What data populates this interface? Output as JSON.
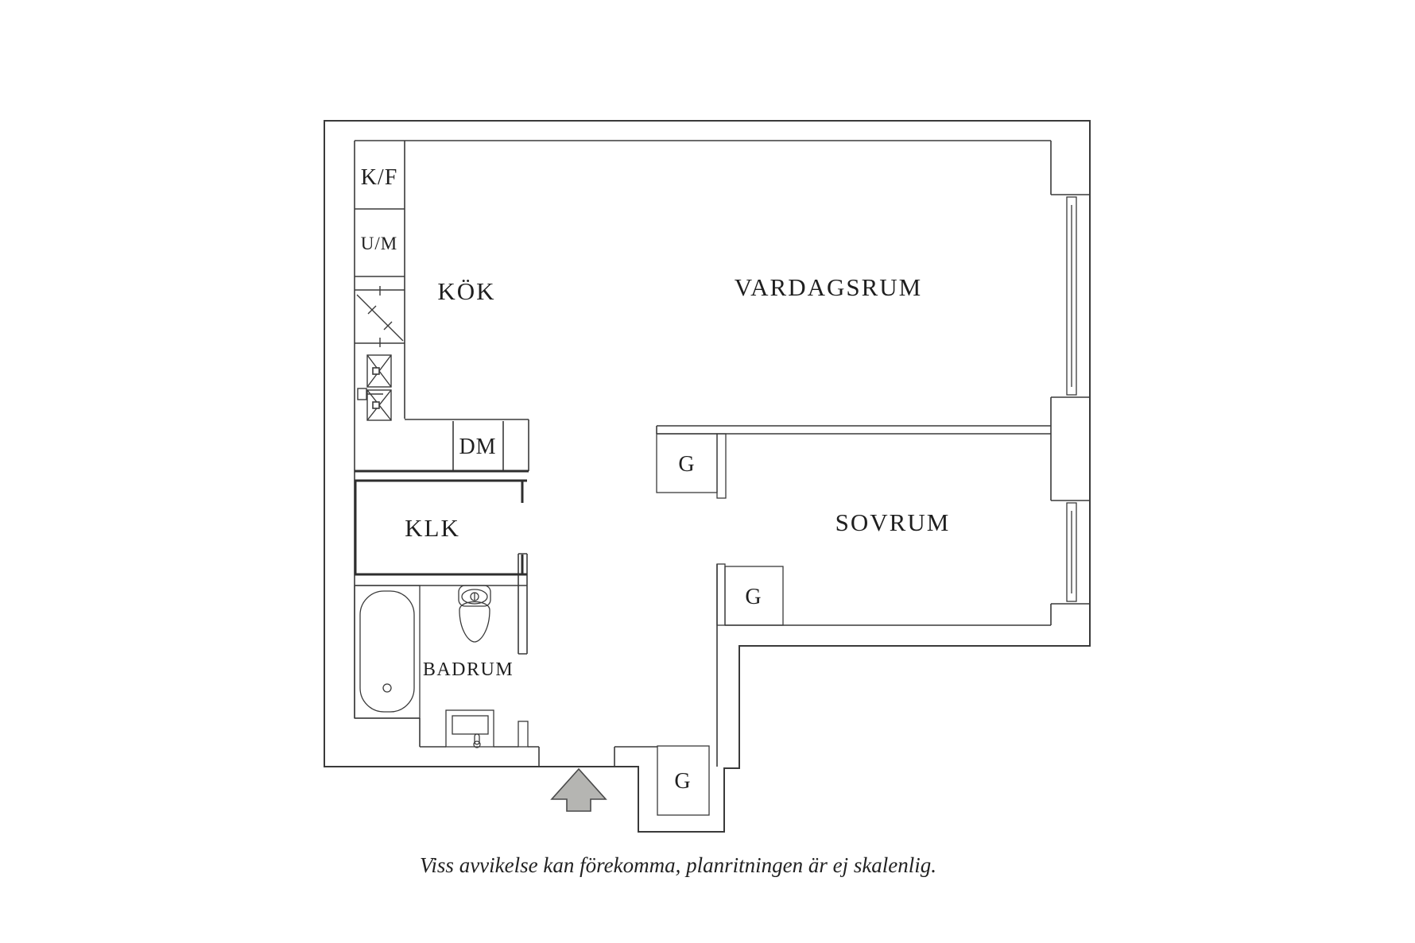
{
  "floorplan": {
    "rooms": {
      "kok": "KÖK",
      "vardagsrum": "VARDAGSRUM",
      "sovrum": "SOVRUM",
      "klk": "KLK",
      "badrum": "BADRUM"
    },
    "appliances": {
      "kf": "K/F",
      "um": "U/M",
      "dm": "DM"
    },
    "wardrobes": {
      "g_vardagsrum": "G",
      "g_sovrum": "G",
      "g_hall": "G"
    },
    "caption": "Viss avvikelse kan förekomma, planritningen är ej skalenlig.",
    "colors": {
      "wall_line": "#3a3a3a",
      "arrow_fill": "#b5b5b2",
      "background": "#ffffff"
    }
  }
}
